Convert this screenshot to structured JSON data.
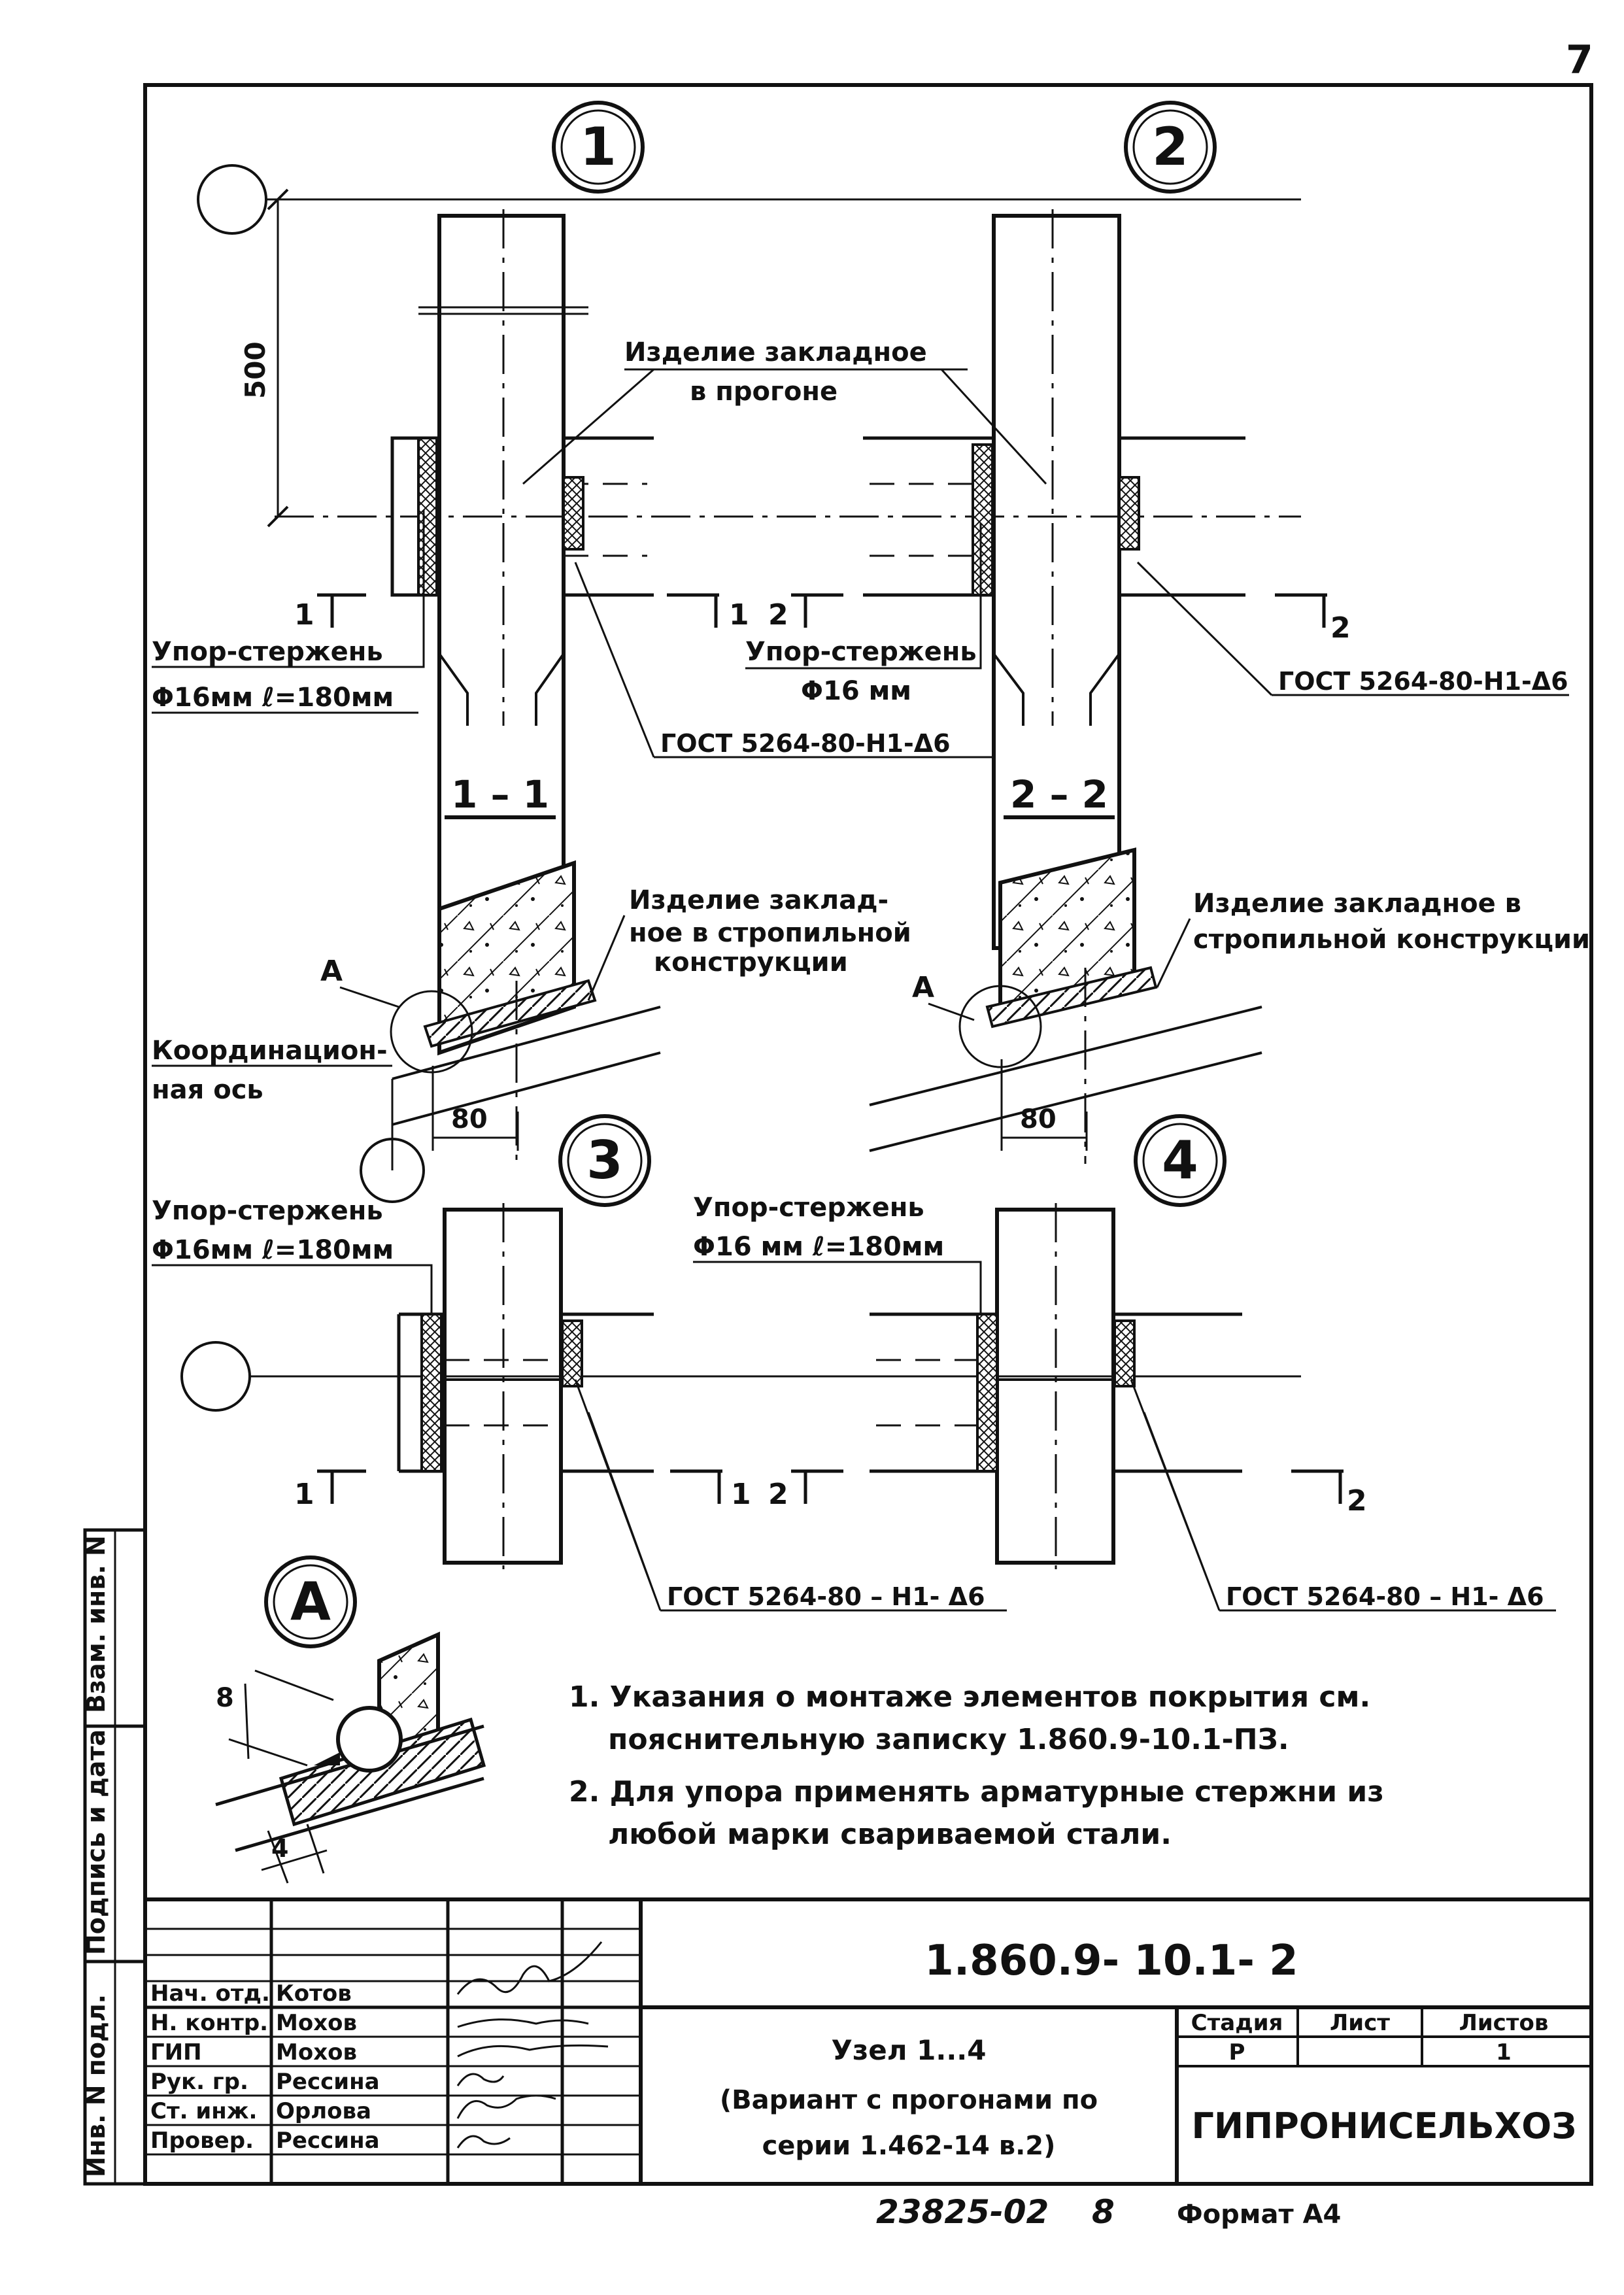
{
  "page_number": "7",
  "nodes": {
    "n1": "1",
    "n2": "2",
    "n3": "3",
    "n4": "4",
    "nA": "A"
  },
  "dimensions": {
    "d500": "500",
    "d80_left": "80",
    "d80_right": "80",
    "d8": "8",
    "d4": "4"
  },
  "labels": {
    "embedded_purlin_1": "Изделие закладное",
    "embedded_purlin_2": "в прогоне",
    "stop_rod": "Упор-стержень",
    "stop_rod_spec_1": "Φ16мм  ℓ=180мм",
    "stop_rod_spec_2": "Φ16 мм",
    "stop_rod_spec_3": "Φ16мм  ℓ=180мм",
    "stop_rod_spec_4": "Φ16 мм  ℓ=180мм",
    "gost": "ГОСТ 5264-80-Н1-Δ6",
    "gost_b": "ГОСТ 5264-80 – Н1- Δ6",
    "section_1": "1 – 1",
    "section_2": "2 – 2",
    "embedded_truss_left_1": "Изделие заклад-",
    "embedded_truss_left_2": "ное в стропильной",
    "embedded_truss_left_3": "конструкции",
    "embedded_truss_right_1": "Изделие закладное в",
    "embedded_truss_right_2": "стропильной конструкции",
    "coord_axis_1": "Координацион-",
    "coord_axis_2": "ная ось",
    "mark_1": "1",
    "mark_2": "2"
  },
  "notes": [
    "1. Указания о монтаже элементов покрытия см.",
    "пояснительную записку  1.860.9-10.1-ПЗ.",
    "2. Для упора применять арматурные стержни из",
    "любой марки свариваемой стали."
  ],
  "side_stamp": {
    "vzam": "Взам. инв. N",
    "podpis": "Подпись и дата",
    "inv": "Инв. N подл."
  },
  "title_block": {
    "doc_code": "1.860.9- 10.1- 2",
    "roles": [
      {
        "role": "Нач. отд.",
        "name": "Котов"
      },
      {
        "role": "Н. контр.",
        "name": "Мохов"
      },
      {
        "role": "ГИП",
        "name": "Мохов"
      },
      {
        "role": "Рук. гр.",
        "name": "Рессина"
      },
      {
        "role": "Ст. инж.",
        "name": "Орлова"
      },
      {
        "role": "Провер.",
        "name": "Рессина"
      }
    ],
    "sheet_title_1": "Узел 1...4",
    "sheet_title_2": "(Вариант с прогонами по",
    "sheet_title_3": "серии 1.462-14 в.2)",
    "stage_label": "Стадия",
    "sheet_label": "Лист",
    "sheets_label": "Листов",
    "stage_value": "Р",
    "sheet_value": "",
    "sheets_value": "1",
    "organization": "ГИПРОНИСЕЛЬХОЗ"
  },
  "footer": {
    "archive_no": "23825-02",
    "archive_sub": "8",
    "format": "Формат А4"
  }
}
